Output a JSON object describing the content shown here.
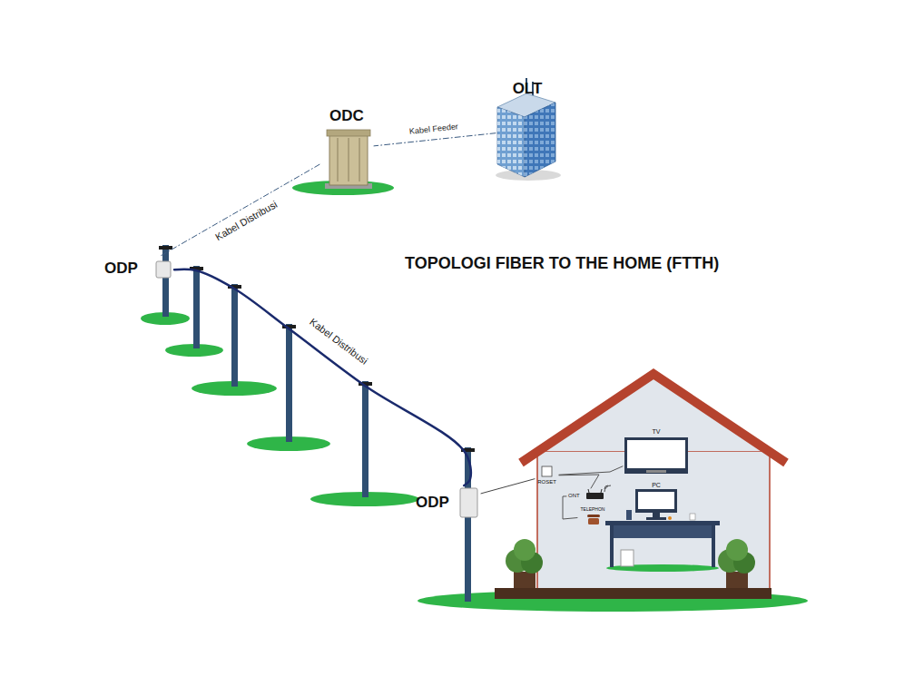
{
  "diagram": {
    "title": "TOPOLOGI FIBER TO THE HOME (FTTH)",
    "nodes": [
      {
        "text": [
          "OLT"
        ]
      },
      {
        "text": [
          "ODC"
        ]
      },
      {
        "text": [
          "ODP"
        ]
      },
      {
        "text": [
          "ODP"
        ]
      },
      {
        "text": [
          "ROSET"
        ]
      },
      {
        "text": [
          "TV"
        ]
      },
      {
        "text": [
          "ONT"
        ]
      },
      {
        "text": [
          "PC"
        ]
      },
      {
        "text": [
          "TELEPHON"
        ]
      }
    ],
    "edges": [
      {
        "from": 0,
        "to": 1,
        "label": "Kabel Feeder",
        "arrow": "none"
      },
      {
        "from": 1,
        "to": 2,
        "label": "Kabel Distribusi",
        "arrow": "none"
      },
      {
        "from": 2,
        "to": 3,
        "label": "Kabel Distribusi",
        "arrow": "none"
      },
      {
        "from": 3,
        "to": 4,
        "arrow": "none"
      },
      {
        "from": 4,
        "to": 5,
        "arrow": "none"
      },
      {
        "from": 4,
        "to": 6,
        "arrow": "none"
      },
      {
        "from": 6,
        "to": 8,
        "arrow": "none"
      }
    ]
  }
}
